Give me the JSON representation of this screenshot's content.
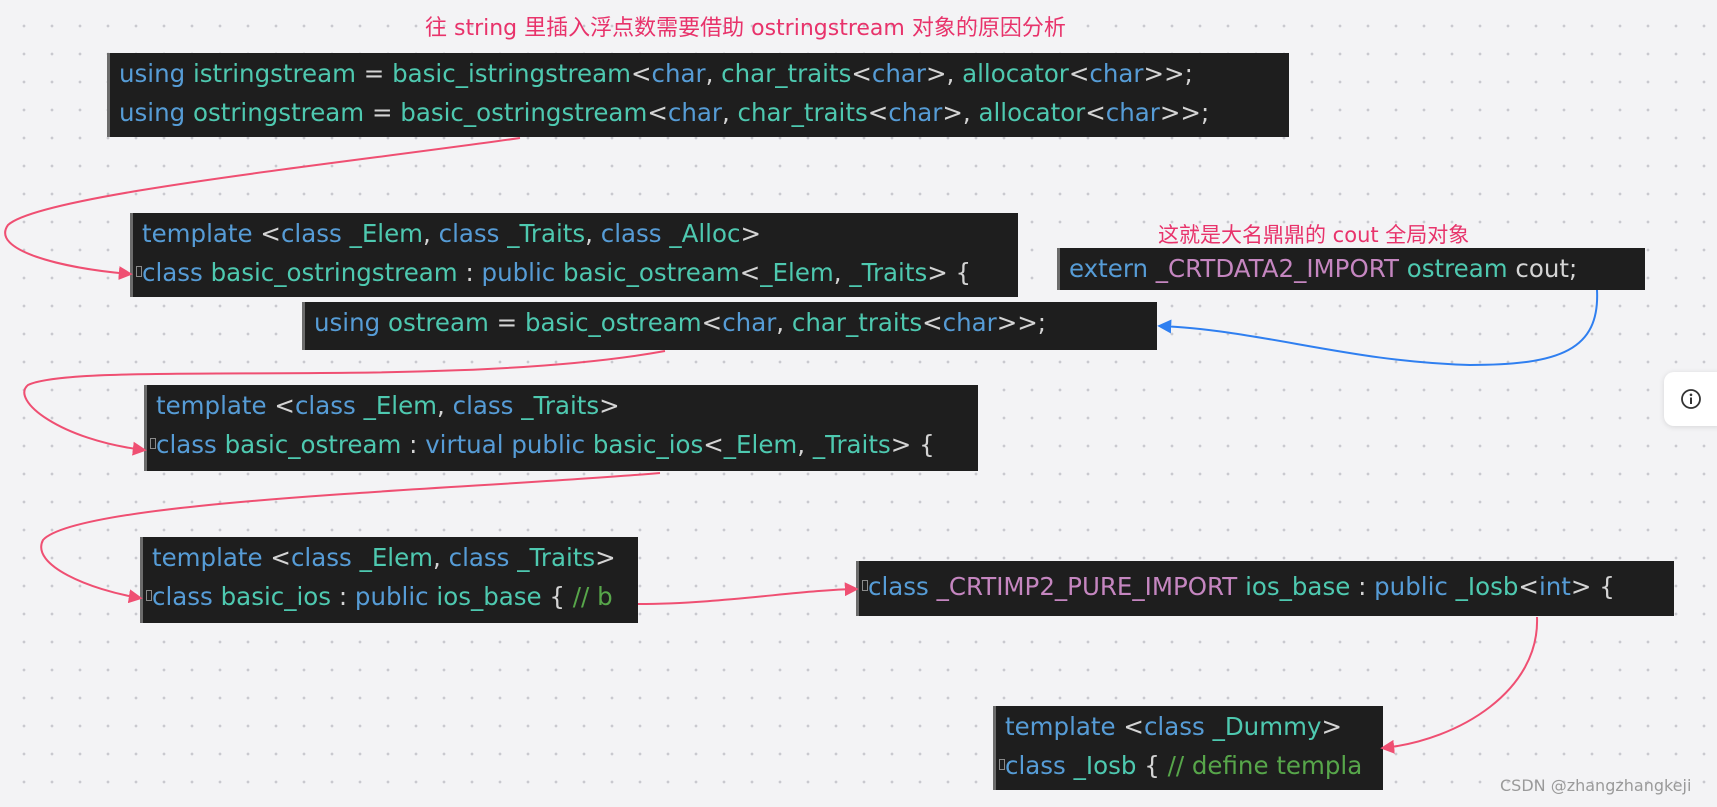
{
  "title": "往  string 里插入浮点数需要借助 ostringstream 对象的原因分析",
  "cout_label": "这就是大名鼎鼎的 cout 全局对象",
  "watermark": "CSDN @zhangzhangkeji",
  "colors": {
    "annotation": "#e8336b",
    "arrow_red": "#ef4f72",
    "arrow_blue": "#2f7ff0",
    "keyword": "#569cd6",
    "type": "#4ec9b0",
    "macro": "#c586c0",
    "comment": "#57a64a",
    "code_bg": "#1e1e1e"
  },
  "icons": {
    "info_button": "info-icon"
  },
  "code_blocks": {
    "stringstream_aliases": {
      "line1": [
        {
          "t": "using",
          "c": "kw"
        },
        {
          "t": " "
        },
        {
          "t": "istringstream",
          "c": "ty"
        },
        {
          "t": " = "
        },
        {
          "t": "basic_istringstream",
          "c": "ty"
        },
        {
          "t": "<"
        },
        {
          "t": "char",
          "c": "kw"
        },
        {
          "t": ", "
        },
        {
          "t": "char_traits",
          "c": "ty"
        },
        {
          "t": "<"
        },
        {
          "t": "char",
          "c": "kw"
        },
        {
          "t": ">, "
        },
        {
          "t": "allocator",
          "c": "ty"
        },
        {
          "t": "<"
        },
        {
          "t": "char",
          "c": "kw"
        },
        {
          "t": ">>;"
        }
      ],
      "line2": [
        {
          "t": "using",
          "c": "kw"
        },
        {
          "t": " "
        },
        {
          "t": "ostringstream",
          "c": "ty"
        },
        {
          "t": " = "
        },
        {
          "t": "basic_ostringstream",
          "c": "ty"
        },
        {
          "t": "<"
        },
        {
          "t": "char",
          "c": "kw"
        },
        {
          "t": ", "
        },
        {
          "t": "char_traits",
          "c": "ty"
        },
        {
          "t": "<"
        },
        {
          "t": "char",
          "c": "kw"
        },
        {
          "t": ">, "
        },
        {
          "t": "allocator",
          "c": "ty"
        },
        {
          "t": "<"
        },
        {
          "t": "char",
          "c": "kw"
        },
        {
          "t": ">>;"
        }
      ]
    },
    "basic_ostringstream": {
      "line1": [
        {
          "t": "template",
          "c": "kw"
        },
        {
          "t": " <"
        },
        {
          "t": "class",
          "c": "kw"
        },
        {
          "t": " "
        },
        {
          "t": "_Elem",
          "c": "ty"
        },
        {
          "t": ", "
        },
        {
          "t": "class",
          "c": "kw"
        },
        {
          "t": " "
        },
        {
          "t": "_Traits",
          "c": "ty"
        },
        {
          "t": ", "
        },
        {
          "t": "class",
          "c": "kw"
        },
        {
          "t": " "
        },
        {
          "t": "_Alloc",
          "c": "ty"
        },
        {
          "t": ">"
        }
      ],
      "line2": [
        {
          "t": "class",
          "c": "kw"
        },
        {
          "t": " "
        },
        {
          "t": "basic_ostringstream",
          "c": "ty"
        },
        {
          "t": " : "
        },
        {
          "t": "public",
          "c": "kw"
        },
        {
          "t": " "
        },
        {
          "t": "basic_ostream",
          "c": "ty"
        },
        {
          "t": "<"
        },
        {
          "t": "_Elem",
          "c": "ty"
        },
        {
          "t": ", "
        },
        {
          "t": "_Traits",
          "c": "ty"
        },
        {
          "t": "> {"
        }
      ]
    },
    "cout_decl": {
      "line1": [
        {
          "t": "extern",
          "c": "kw"
        },
        {
          "t": " "
        },
        {
          "t": "_CRTDATA2_IMPORT",
          "c": "mc"
        },
        {
          "t": " "
        },
        {
          "t": "ostream",
          "c": "ty"
        },
        {
          "t": " cout;"
        }
      ]
    },
    "ostream_alias": {
      "line1": [
        {
          "t": "using",
          "c": "kw"
        },
        {
          "t": " "
        },
        {
          "t": "ostream",
          "c": "ty"
        },
        {
          "t": "        = "
        },
        {
          "t": "basic_ostream",
          "c": "ty"
        },
        {
          "t": "<"
        },
        {
          "t": "char",
          "c": "kw"
        },
        {
          "t": ", "
        },
        {
          "t": "char_traits",
          "c": "ty"
        },
        {
          "t": "<"
        },
        {
          "t": "char",
          "c": "kw"
        },
        {
          "t": ">>;"
        }
      ]
    },
    "basic_ostream": {
      "line1": [
        {
          "t": "template",
          "c": "kw"
        },
        {
          "t": " <"
        },
        {
          "t": "class",
          "c": "kw"
        },
        {
          "t": " "
        },
        {
          "t": "_Elem",
          "c": "ty"
        },
        {
          "t": ", "
        },
        {
          "t": "class",
          "c": "kw"
        },
        {
          "t": " "
        },
        {
          "t": "_Traits",
          "c": "ty"
        },
        {
          "t": ">"
        }
      ],
      "line2": [
        {
          "t": "class",
          "c": "kw"
        },
        {
          "t": " "
        },
        {
          "t": "basic_ostream",
          "c": "ty"
        },
        {
          "t": " : "
        },
        {
          "t": "virtual",
          "c": "kw"
        },
        {
          "t": " "
        },
        {
          "t": "public",
          "c": "kw"
        },
        {
          "t": " "
        },
        {
          "t": "basic_ios",
          "c": "ty"
        },
        {
          "t": "<"
        },
        {
          "t": "_Elem",
          "c": "ty"
        },
        {
          "t": ", "
        },
        {
          "t": "_Traits",
          "c": "ty"
        },
        {
          "t": "> {"
        }
      ]
    },
    "basic_ios": {
      "line1": [
        {
          "t": "template",
          "c": "kw"
        },
        {
          "t": " <"
        },
        {
          "t": "class",
          "c": "kw"
        },
        {
          "t": " "
        },
        {
          "t": "_Elem",
          "c": "ty"
        },
        {
          "t": ", "
        },
        {
          "t": "class",
          "c": "kw"
        },
        {
          "t": " "
        },
        {
          "t": "_Traits",
          "c": "ty"
        },
        {
          "t": ">"
        }
      ],
      "line2": [
        {
          "t": "class",
          "c": "kw"
        },
        {
          "t": " "
        },
        {
          "t": "basic_ios",
          "c": "ty"
        },
        {
          "t": " : "
        },
        {
          "t": "public",
          "c": "kw"
        },
        {
          "t": " "
        },
        {
          "t": "ios_base",
          "c": "ty"
        },
        {
          "t": " { "
        },
        {
          "t": "// b",
          "c": "cm"
        }
      ]
    },
    "ios_base": {
      "line1": [
        {
          "t": "class",
          "c": "kw"
        },
        {
          "t": " "
        },
        {
          "t": "_CRTIMP2_PURE_IMPORT",
          "c": "mc"
        },
        {
          "t": " "
        },
        {
          "t": "ios_base",
          "c": "ty"
        },
        {
          "t": " : "
        },
        {
          "t": "public",
          "c": "kw"
        },
        {
          "t": " "
        },
        {
          "t": "_Iosb",
          "c": "ty"
        },
        {
          "t": "<"
        },
        {
          "t": "int",
          "c": "kw"
        },
        {
          "t": "> {"
        }
      ]
    },
    "iosb": {
      "line1": [
        {
          "t": "template",
          "c": "kw"
        },
        {
          "t": " <"
        },
        {
          "t": "class",
          "c": "kw"
        },
        {
          "t": " "
        },
        {
          "t": "_Dummy",
          "c": "ty"
        },
        {
          "t": ">"
        }
      ],
      "line2": [
        {
          "t": "class",
          "c": "kw"
        },
        {
          "t": " "
        },
        {
          "t": "_Iosb",
          "c": "ty"
        },
        {
          "t": " { "
        },
        {
          "t": "// define templa",
          "c": "cm"
        }
      ]
    }
  }
}
